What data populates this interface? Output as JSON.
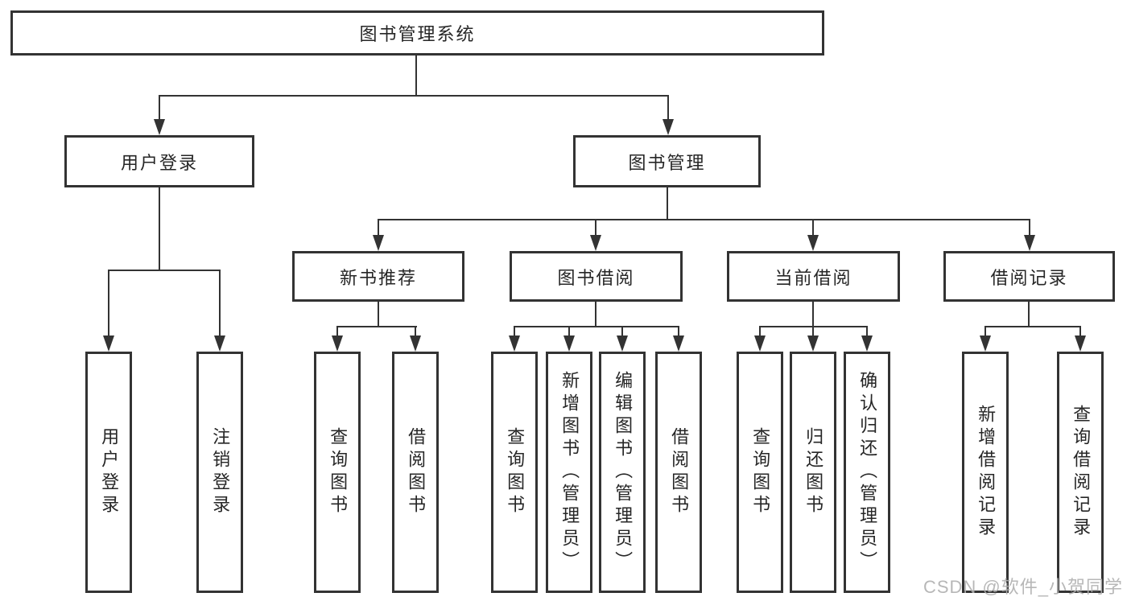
{
  "root": {
    "label": "图书管理系统"
  },
  "branches": {
    "login": {
      "label": "用户登录",
      "children": [
        {
          "label": "用户登录"
        },
        {
          "label": "注销登录"
        }
      ]
    },
    "management": {
      "label": "图书管理",
      "groups": [
        {
          "label": "新书推荐",
          "children": [
            {
              "label": "查询图书"
            },
            {
              "label": "借阅图书"
            }
          ]
        },
        {
          "label": "图书借阅",
          "children": [
            {
              "label": "查询图书"
            },
            {
              "label": "新增图书（管理员）"
            },
            {
              "label": "编辑图书（管理员）"
            },
            {
              "label": "借阅图书"
            }
          ]
        },
        {
          "label": "当前借阅",
          "children": [
            {
              "label": "查询图书"
            },
            {
              "label": "归还图书"
            },
            {
              "label": "确认归还（管理员）"
            }
          ]
        },
        {
          "label": "借阅记录",
          "children": [
            {
              "label": "新增借阅记录"
            },
            {
              "label": "查询借阅记录"
            }
          ]
        }
      ]
    }
  },
  "watermark": {
    "text": "CSDN @软件_小贺同学"
  },
  "colors": {
    "line": "#333333",
    "text": "#262626",
    "watermark": "#b0b0b0",
    "background": "#ffffff"
  }
}
